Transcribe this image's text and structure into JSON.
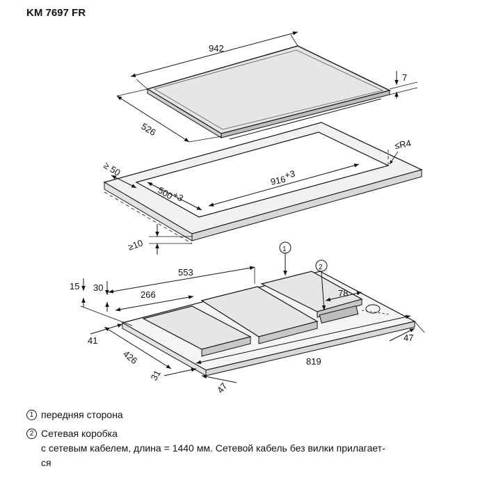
{
  "title": "KM 7697 FR",
  "dims": {
    "top_width": "942",
    "top_thickness": "7",
    "top_depth": "526",
    "cutout_radius": "≤R4",
    "edge_gap": "≥ 50",
    "cutout_width": "916",
    "cutout_width_tol": "+3",
    "cutout_depth": "500",
    "cutout_depth_tol": "+3",
    "worktop_min": "≥10",
    "bottom_553": "553",
    "bottom_266": "266",
    "bottom_15": "15",
    "bottom_30": "30",
    "bottom_78": "78",
    "bottom_41": "41",
    "bottom_426": "426",
    "bottom_819": "819",
    "bottom_47_right": "47",
    "bottom_31": "31",
    "bottom_47_bottom": "47"
  },
  "callouts": {
    "one": "1",
    "two": "2"
  },
  "legend": {
    "item1_num": "1",
    "item1_text": "передняя сторона",
    "item2_num": "2",
    "item2_text": "Сетевая коробка",
    "item2_line2": "с сетевым кабелем, длина = 1440 мм. Сетевой кабель без вилки прилагает-",
    "item2_line3": "ся"
  },
  "colors": {
    "plate": "#e6e6e6",
    "cutout_frame": "#f1f1f1",
    "line": "#111111"
  }
}
